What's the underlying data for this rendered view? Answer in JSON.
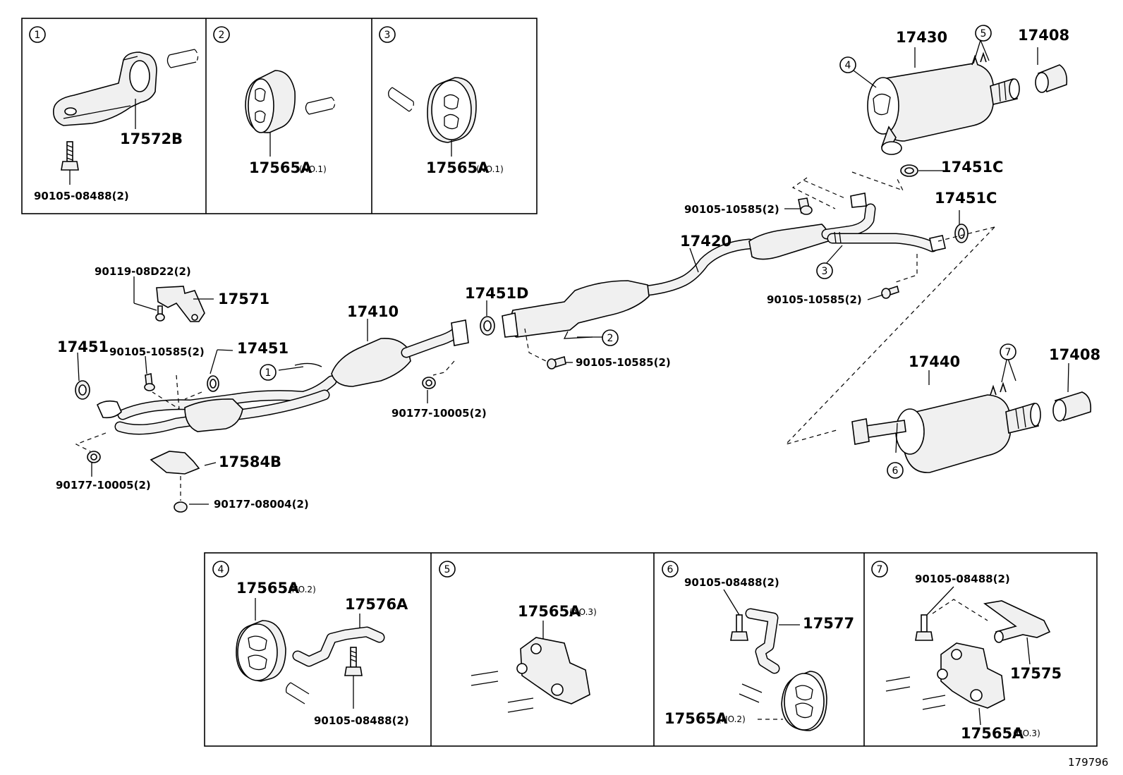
{
  "diagram_id": "179796",
  "callouts": [
    "1",
    "2",
    "3",
    "4",
    "5",
    "6",
    "7"
  ],
  "top_panels": {
    "p1": {
      "num": "1",
      "part": "17572B",
      "bolt": "90105-08488(2)"
    },
    "p2": {
      "num": "2",
      "part": "17565A",
      "note": "(NO.1)"
    },
    "p3": {
      "num": "3",
      "part": "17565A",
      "note": "(NO.1)"
    }
  },
  "bottom_panels": {
    "p4": {
      "num": "4",
      "part_a": "17565A",
      "note_a": "(NO.2)",
      "part_b": "17576A",
      "bolt": "90105-08488(2)"
    },
    "p5": {
      "num": "5",
      "part": "17565A",
      "note": "(NO.3)"
    },
    "p6": {
      "num": "6",
      "bolt": "90105-08488(2)",
      "part": "17577",
      "part_b": "17565A",
      "note_b": "(NO.2)"
    },
    "p7": {
      "num": "7",
      "bolt": "90105-08488(2)",
      "part": "17575",
      "part_b": "17565A",
      "note_b": "(NO.3)"
    }
  },
  "labels": {
    "muffler_main": "17430",
    "tail_tip_1": "17408",
    "gasket_c1": "17451C",
    "gasket_c2": "17451C",
    "bolt_upper_1": "90105-10585(2)",
    "center_pipe": "17420",
    "bolt_upper_2": "90105-10585(2)",
    "bolt_center": "90105-10585(2)",
    "gasket_d": "17451D",
    "front_pipe": "17410",
    "bolt_bracket": "90119-08D22(2)",
    "bracket": "17571",
    "gasket_left": "17451",
    "bolt_left": "90105-10585(2)",
    "gasket_left2": "17451",
    "nut_center": "90177-10005(2)",
    "muffler_sub": "17440",
    "tail_tip_2": "17408",
    "heat_insulator": "17584B",
    "nut_left": "90177-10005(2)",
    "nut_bottom": "90177-08004(2)"
  }
}
